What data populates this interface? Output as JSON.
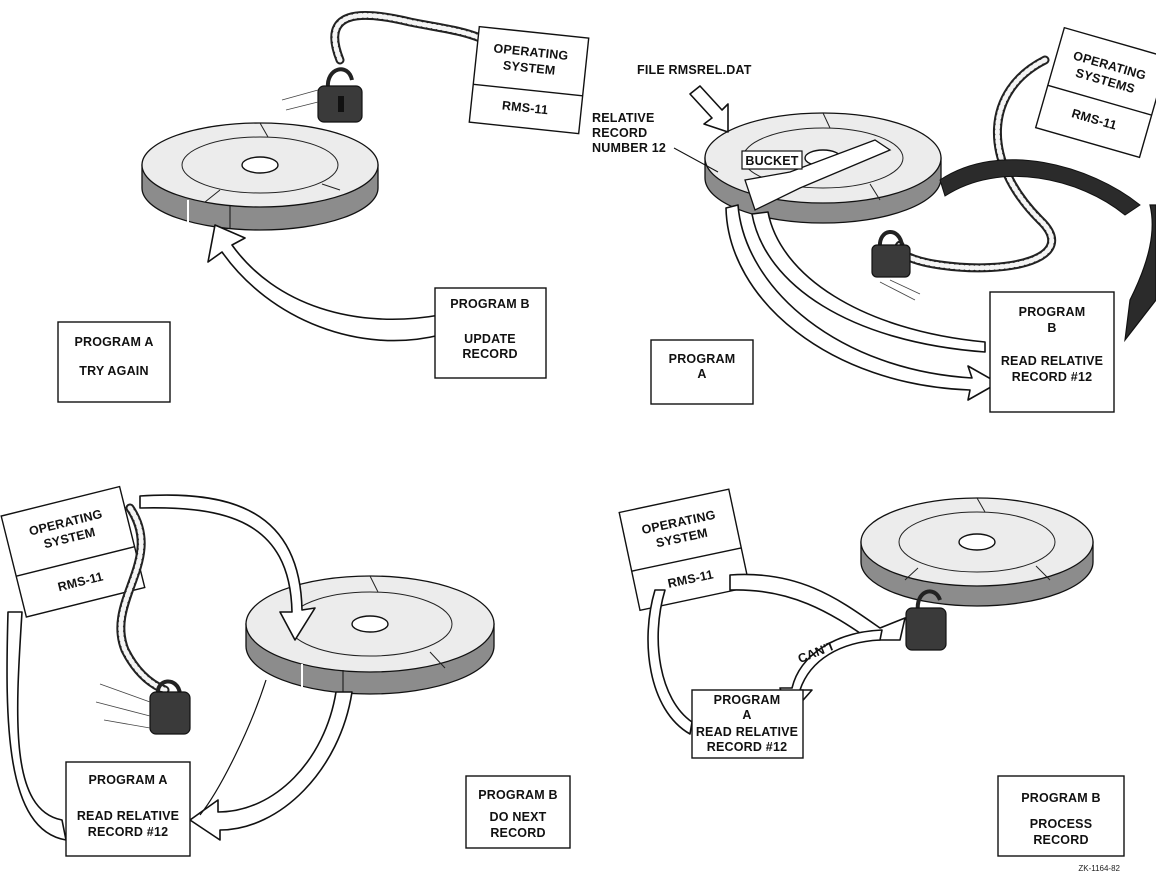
{
  "panels": {
    "top_left": {
      "os_box": {
        "line1": "OPERATING",
        "line2": "SYSTEM",
        "line3": "RMS-11"
      },
      "program_a": {
        "line1": "PROGRAM A",
        "line2": "TRY AGAIN"
      },
      "program_b": {
        "line1": "PROGRAM B",
        "line2": "UPDATE",
        "line3": "RECORD"
      }
    },
    "top_right": {
      "file_label": "FILE RMSREL.DAT",
      "relative_label": {
        "line1": "RELATIVE",
        "line2": "RECORD",
        "line3": "NUMBER 12"
      },
      "bucket_label": "BUCKET",
      "os_box": {
        "line1": "OPERATING",
        "line2": "SYSTEMS",
        "line3": "RMS-11"
      },
      "program_a": {
        "line1": "PROGRAM",
        "line2": "A"
      },
      "program_b": {
        "line1": "PROGRAM",
        "line2": "B",
        "line3": "READ RELATIVE",
        "line4": "RECORD #12"
      }
    },
    "bottom_left": {
      "os_box": {
        "line1": "OPERATING",
        "line2": "SYSTEM",
        "line3": "RMS-11"
      },
      "program_a": {
        "line1": "PROGRAM A",
        "line2": "READ RELATIVE",
        "line3": "RECORD #12"
      },
      "program_b": {
        "line1": "PROGRAM B",
        "line2": "DO NEXT",
        "line3": "RECORD"
      }
    },
    "bottom_right": {
      "os_box": {
        "line1": "OPERATING",
        "line2": "SYSTEM",
        "line3": "RMS-11"
      },
      "cant_label": "CAN'T",
      "program_a": {
        "line1": "PROGRAM",
        "line2": "A",
        "line3": "READ RELATIVE",
        "line4": "RECORD #12"
      },
      "program_b": {
        "line1": "PROGRAM B",
        "line2": "PROCESS",
        "line3": "RECORD"
      }
    }
  },
  "figure_id": "ZK-1164-82"
}
